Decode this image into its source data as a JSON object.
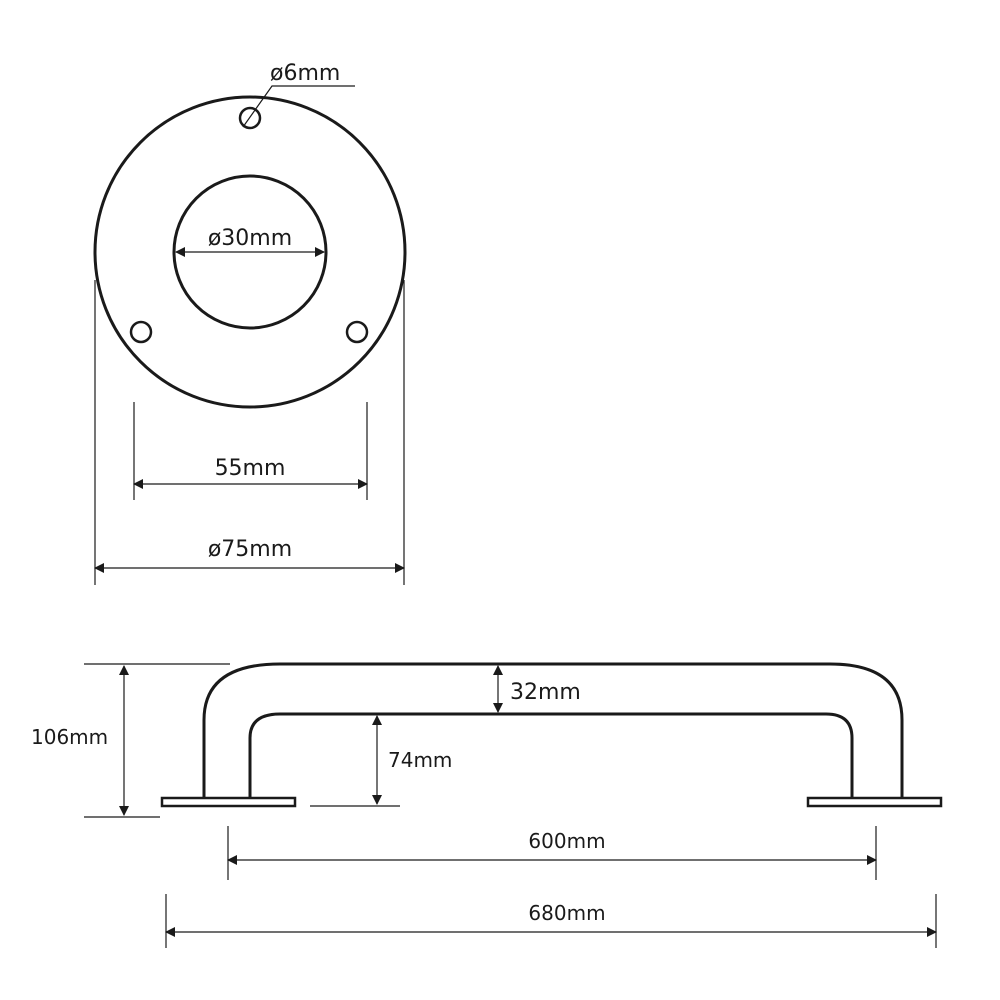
{
  "plate": {
    "hole_label": "ø6mm",
    "inner_diameter_label": "ø30mm",
    "hole_spacing_label": "55mm",
    "outer_diameter_label": "ø75mm"
  },
  "rail": {
    "total_height_label": "106mm",
    "tube_label": "32mm",
    "inner_height_label": "74mm",
    "centers_label": "600mm",
    "overall_length_label": "680mm"
  },
  "colors": {
    "line": "#1a1a1a",
    "background": "#ffffff"
  }
}
